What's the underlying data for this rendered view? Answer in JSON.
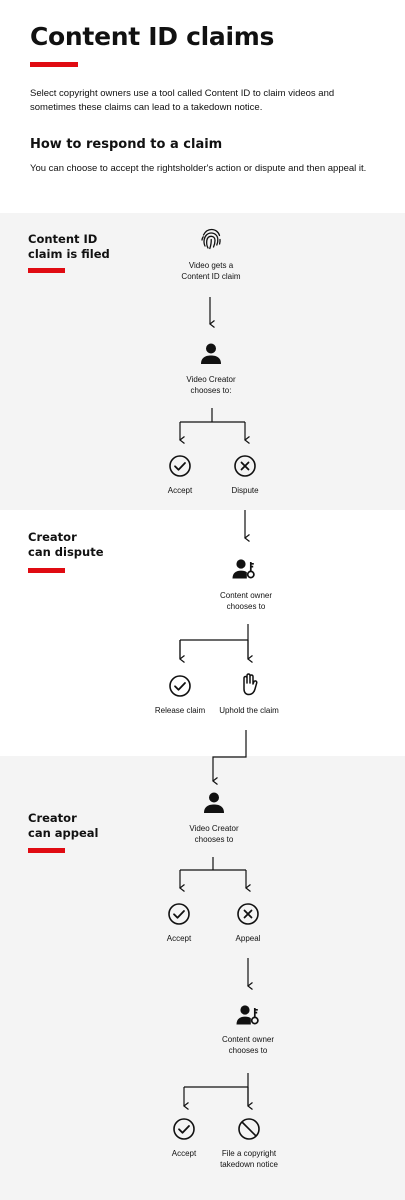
{
  "header": {
    "title": "Content ID claims",
    "intro_line1": "Select copyright owners use a tool called Content ID to claim videos and",
    "intro_line2": "sometimes these claims can lead to a takedown notice.",
    "subtitle": "How to respond to a claim",
    "subtext": "You can choose to accept the rightsholder's action or dispute and then appeal it."
  },
  "colors": {
    "accent": "#e00b12",
    "band": "#f4f4f4",
    "ink": "#111111"
  },
  "sections": [
    {
      "line1": "Content ID",
      "line2": "claim is filed"
    },
    {
      "line1": "Creator",
      "line2": "can dispute"
    },
    {
      "line1": "Creator",
      "line2": "can appeal"
    }
  ],
  "nodes": {
    "claim": {
      "line1": "Video gets a",
      "line2": "Content ID claim",
      "icon": "fingerprint-icon"
    },
    "creator1": {
      "line1": "Video Creator",
      "line2": "chooses to:",
      "icon": "person-icon"
    },
    "accept1": {
      "label": "Accept",
      "icon": "check-circle-icon"
    },
    "dispute": {
      "label": "Dispute",
      "icon": "x-circle-icon"
    },
    "owner1": {
      "line1": "Content owner",
      "line2": "chooses to",
      "icon": "person-key-icon"
    },
    "release": {
      "label": "Release claim",
      "icon": "check-circle-icon"
    },
    "uphold": {
      "label": "Uphold the claim",
      "icon": "hand-icon"
    },
    "creator2": {
      "line1": "Video Creator",
      "line2": "chooses to",
      "icon": "person-icon"
    },
    "accept2": {
      "label": "Accept",
      "icon": "check-circle-icon"
    },
    "appeal": {
      "label": "Appeal",
      "icon": "x-circle-icon"
    },
    "owner2": {
      "line1": "Content owner",
      "line2": "chooses to",
      "icon": "person-key-icon"
    },
    "accept3": {
      "label": "Accept",
      "icon": "check-circle-icon"
    },
    "takedown": {
      "line1": "File a copyright",
      "line2": "takedown notice",
      "icon": "no-sign-icon"
    }
  }
}
